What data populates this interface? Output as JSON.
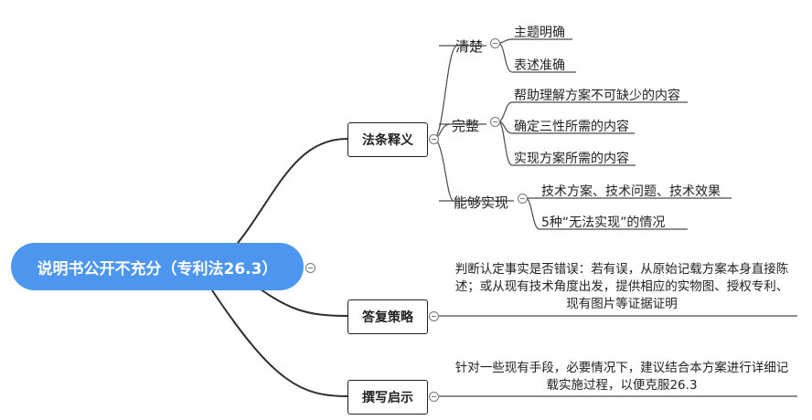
{
  "root": {
    "label": "说明书公开不充分（专利法26.3）"
  },
  "branches": {
    "law": {
      "label": "法条释义",
      "groups": {
        "clear": {
          "label": "清楚",
          "items": [
            "主题明确",
            "表述准确"
          ]
        },
        "complete": {
          "label": "完整",
          "items": [
            "帮助理解方案不可缺少的内容",
            "确定三性所需的内容",
            "实现方案所需的内容"
          ]
        },
        "enable": {
          "label": "能够实现",
          "items": [
            "技术方案、技术问题、技术效果",
            "5种“无法实现”的情况"
          ]
        }
      }
    },
    "reply": {
      "label": "答复策略",
      "text": "判断认定事实是否错误：若有误，从原始记载方案本身直接陈述；或从现有技术角度出发，提供相应的实物图、授权专利、现有图片等证据证明"
    },
    "writing": {
      "label": "撰写启示",
      "text": "针对一些现有手段，必要情况下，建议结合本方案进行详细记载实施过程，以便克服26.3"
    }
  },
  "colors": {
    "root_fill": "#4d96f0",
    "line": "#2e2e2e",
    "leaf_line": "#4a4a4a"
  }
}
